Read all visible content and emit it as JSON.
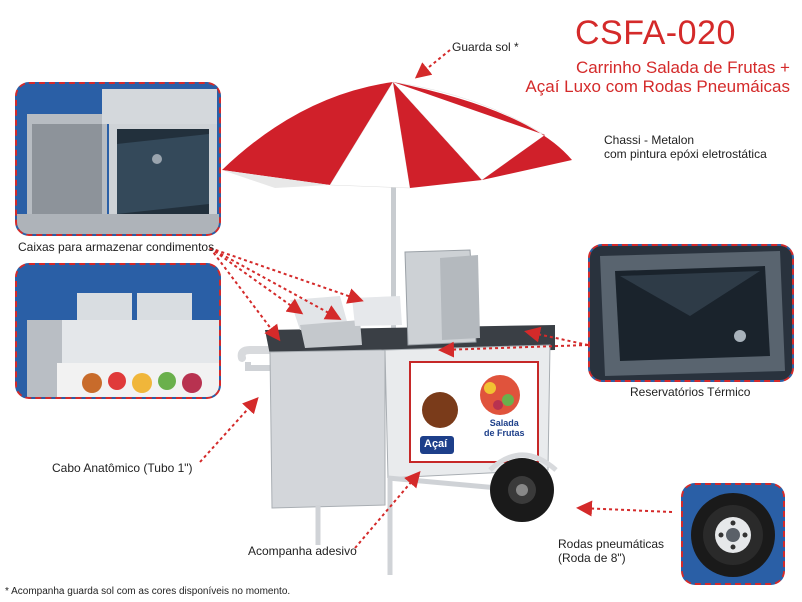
{
  "header": {
    "model": "CSFA-020",
    "subtitle_line1": "Carrinho Salada de Frutas +",
    "subtitle_line2": "Açaí Luxo com Rodas Pneumáicas"
  },
  "labels": {
    "guarda_sol": "Guarda sol *",
    "chassi_line1": "Chassi - Metalon",
    "chassi_line2": "com pintura epóxi eletrostática",
    "caixas": "Caixas para armazenar condimentos",
    "reservatorios": "Reservatórios Térmico",
    "cabo": "Cabo Anatômico (Tubo 1\")",
    "adesivo": "Acompanha adesivo",
    "rodas_line1": "Rodas pneumáticas",
    "rodas_line2": "(Roda de 8\")"
  },
  "sticker": {
    "acai": "Açaí",
    "salada_line1": "Salada",
    "salada_line2": "de Frutas"
  },
  "footnote": "* Acompanha guarda sol com as cores disponíveis no momento.",
  "colors": {
    "accent_red": "#d42a2a",
    "umbrella_red": "#d0202a",
    "photo_blue": "#2a5fa6",
    "steel": "#c9ccd0"
  }
}
